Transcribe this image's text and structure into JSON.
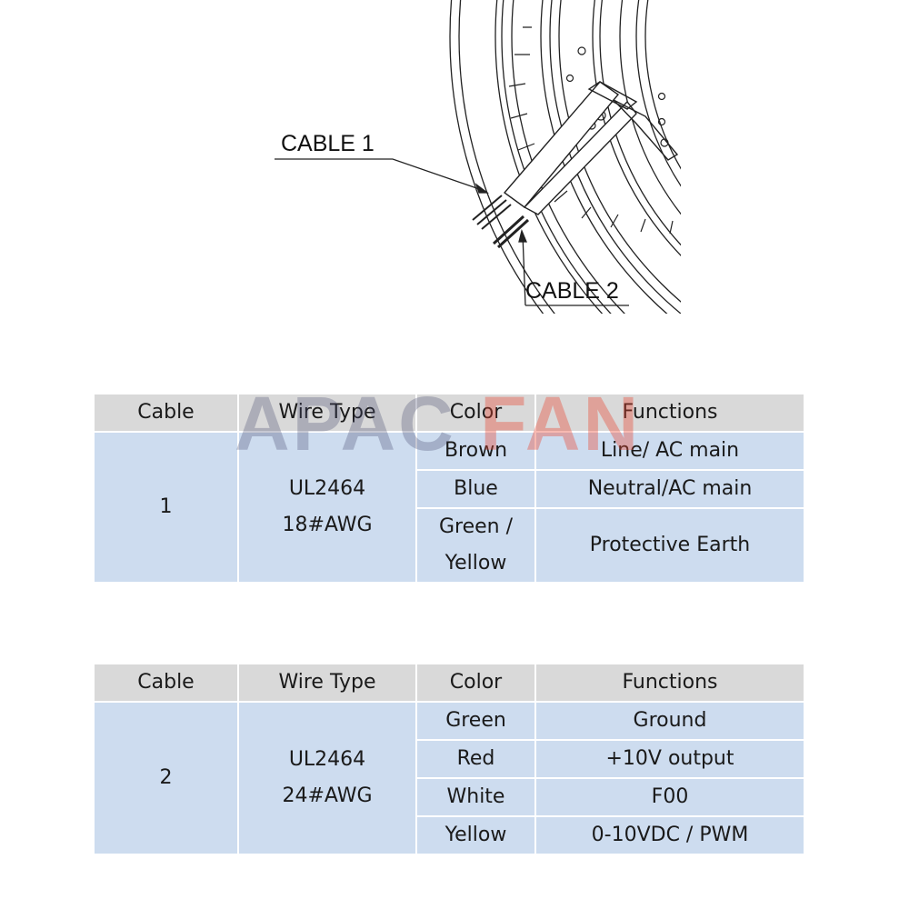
{
  "diagram": {
    "cable1_label": "CABLE 1",
    "cable2_label": "CABLE 2"
  },
  "watermark": {
    "part1": "APAC ",
    "part2": "FAN"
  },
  "tables": [
    {
      "headers": {
        "cable": "Cable",
        "wire_type": "Wire Type",
        "color": "Color",
        "functions": "Functions"
      },
      "cable": "1",
      "wire_type_line1": "UL2464",
      "wire_type_line2": "18#AWG",
      "rows": [
        {
          "color": "Brown",
          "function": "Line/ AC main"
        },
        {
          "color": "Blue",
          "function": "Neutral/AC main"
        },
        {
          "color_line1": "Green /",
          "color_line2": "Yellow",
          "function": "Protective Earth"
        }
      ]
    },
    {
      "headers": {
        "cable": "Cable",
        "wire_type": "Wire Type",
        "color": "Color",
        "functions": "Functions"
      },
      "cable": "2",
      "wire_type_line1": "UL2464",
      "wire_type_line2": "24#AWG",
      "rows": [
        {
          "color": "Green",
          "function": "Ground"
        },
        {
          "color": "Red",
          "function": "+10V output"
        },
        {
          "color": "White",
          "function": "F00"
        },
        {
          "color": "Yellow",
          "function": "0-10VDC / PWM"
        }
      ]
    }
  ],
  "colors": {
    "header_bg": "#d9d9d9",
    "cell_bg": "#cddcef"
  }
}
